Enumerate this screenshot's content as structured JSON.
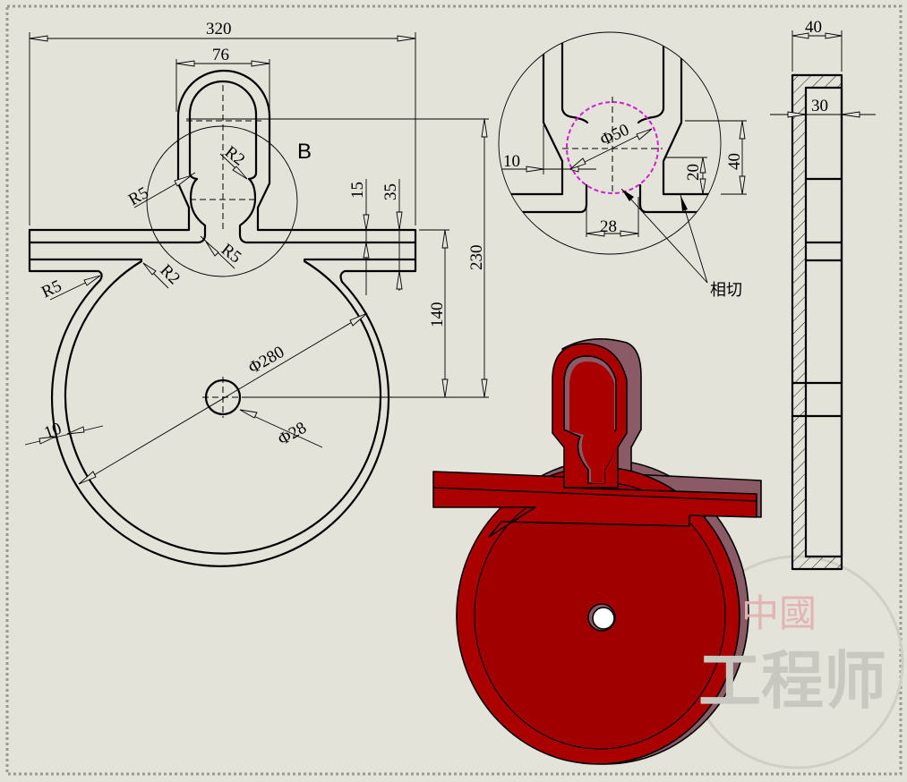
{
  "drawing": {
    "front_view": {
      "dimensions": [
        "320",
        "76",
        "15",
        "35",
        "230",
        "140",
        "Φ280",
        "Φ28",
        "10"
      ],
      "radii": [
        "R2",
        "R5",
        "R5",
        "R5",
        "R2"
      ],
      "detail_marker": "B"
    },
    "detail_view_b": {
      "dimensions": [
        "10",
        "Φ50",
        "40",
        "20",
        "28"
      ],
      "note": "相切",
      "tangent_circle_color": "#d020d0"
    },
    "section_view": {
      "dimensions": [
        "40",
        "30"
      ]
    },
    "iso_view": {
      "part_color": "#aa0000",
      "edge_color": "#8a5a66"
    },
    "watermark": {
      "top": "中國",
      "bottom": "工程师"
    }
  }
}
